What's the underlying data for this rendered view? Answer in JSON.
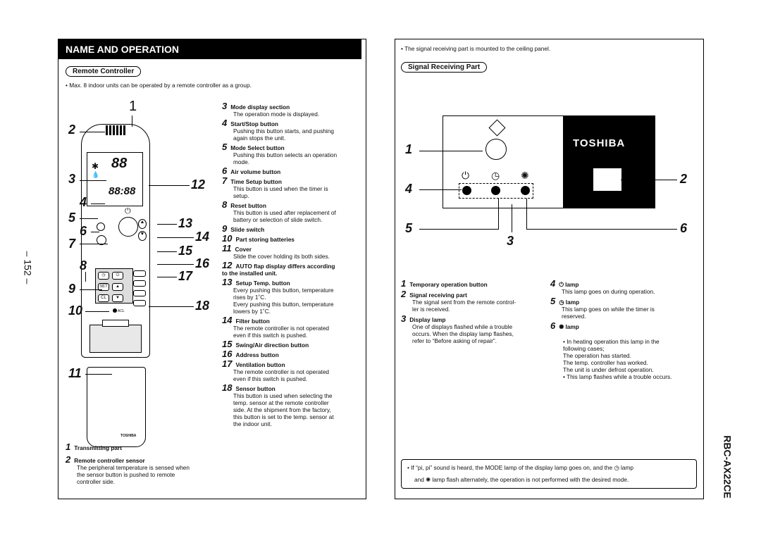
{
  "page_number": "– 152 –",
  "model": "RBC-AX22CE",
  "left": {
    "title": "NAME AND OPERATION",
    "section_label": "Remote Controller",
    "note": "Max. 8 indoor units can be operated by a remote controller as a group.",
    "remote": {
      "lcd_sample": "88",
      "lcd_time": "88:88",
      "set_label": "SET",
      "cl_label": "CL",
      "acl_label": "ACL",
      "brand": "TOSHIBA"
    },
    "callouts": [
      "1",
      "2",
      "3",
      "4",
      "5",
      "6",
      "7",
      "8",
      "9",
      "10",
      "11",
      "12",
      "13",
      "14",
      "15",
      "16",
      "17",
      "18"
    ],
    "items_left": [
      {
        "n": "1",
        "title": "Transmitting part",
        "desc": ""
      },
      {
        "n": "2",
        "title": "Remote controller sensor",
        "desc": "The peripheral temperature is sensed when\nthe sensor button is pushed to remote\ncontroller side."
      }
    ],
    "items_right": [
      {
        "n": "3",
        "title": "Mode display section",
        "desc": "The operation mode is displayed."
      },
      {
        "n": "4",
        "title": "Start/Stop button",
        "desc": "Pushing this button starts, and pushing\nagain stops the unit."
      },
      {
        "n": "5",
        "title": "Mode Select button",
        "desc": "Pushing this button selects an operation\nmode."
      },
      {
        "n": "6",
        "title": "Air volume button",
        "desc": ""
      },
      {
        "n": "7",
        "title": "Time Setup button",
        "desc": "This button is used when the timer is\nsetup."
      },
      {
        "n": "8",
        "title": "Reset button",
        "desc": "This button is used after replacement of\nbattery or selection of slide switch."
      },
      {
        "n": "9",
        "title": "Slide switch",
        "desc": ""
      },
      {
        "n": "10",
        "title": "Part storing batteries",
        "desc": ""
      },
      {
        "n": "11",
        "title": "Cover",
        "desc": "Slide the cover holding its both sides."
      },
      {
        "n": "12",
        "title": "AUTO flap display differs according\nto the installed unit.",
        "desc": ""
      },
      {
        "n": "13",
        "title": "Setup Temp. button",
        "desc": "Every pushing this button, temperature\nrises by 1˚C.\nEvery pushing this button, temperature\nlowers by 1˚C."
      },
      {
        "n": "14",
        "title": "Filter button",
        "desc": "The remote controller is not operated\neven if this switch is pushed."
      },
      {
        "n": "15",
        "title": "Swing/Air direction button",
        "desc": ""
      },
      {
        "n": "16",
        "title": "Address button",
        "desc": ""
      },
      {
        "n": "17",
        "title": "Ventilation button",
        "desc": "The remote controller is not operated\neven if this switch is pushed."
      },
      {
        "n": "18",
        "title": "Sensor button",
        "desc": "This button is used when selecting the\ntemp. sensor at the remote controller\nside. At the shipment from the factory,\nthis button is set to the temp. sensor at\nthe indoor unit."
      }
    ]
  },
  "right": {
    "note": "The signal receiving part is mounted to the ceiling panel.",
    "section_label": "Signal Receiving Part",
    "brand": "TOSHIBA",
    "callouts": [
      "1",
      "2",
      "3",
      "4",
      "5",
      "6"
    ],
    "items_left": [
      {
        "n": "1",
        "title": "Temporary operation button",
        "desc": ""
      },
      {
        "n": "2",
        "title": "Signal receiving part",
        "desc": "The signal sent from the remote control-\nler is received."
      },
      {
        "n": "3",
        "title": "Display lamp",
        "desc": "One of displays flashed while a trouble\noccurs. When the display lamp flashes,\nrefer to “Before asking of repair”."
      }
    ],
    "items_right": [
      {
        "n": "4",
        "title": "⏻  lamp",
        "desc": "This lamp goes on during operation."
      },
      {
        "n": "5",
        "title": "◷  lamp",
        "desc": "This lamp goes on while the timer is\nreserved."
      },
      {
        "n": "6",
        "title": "✺  lamp",
        "desc": ""
      }
    ],
    "lamp6_bullets": [
      "In heating operation this lamp in the\nfollowing cases;\nThe operation has started.\nThe temp. controller has worked.\nThe unit is under defrost operation.",
      "This lamp flashes while a trouble occurs."
    ],
    "footer_note_line1": "If “pi, pi” sound is heard, the MODE lamp of the display lamp goes on, and the ◷  lamp",
    "footer_note_line2": "and ✺  lamp flash alternately, the operation is not performed with the desired mode."
  }
}
